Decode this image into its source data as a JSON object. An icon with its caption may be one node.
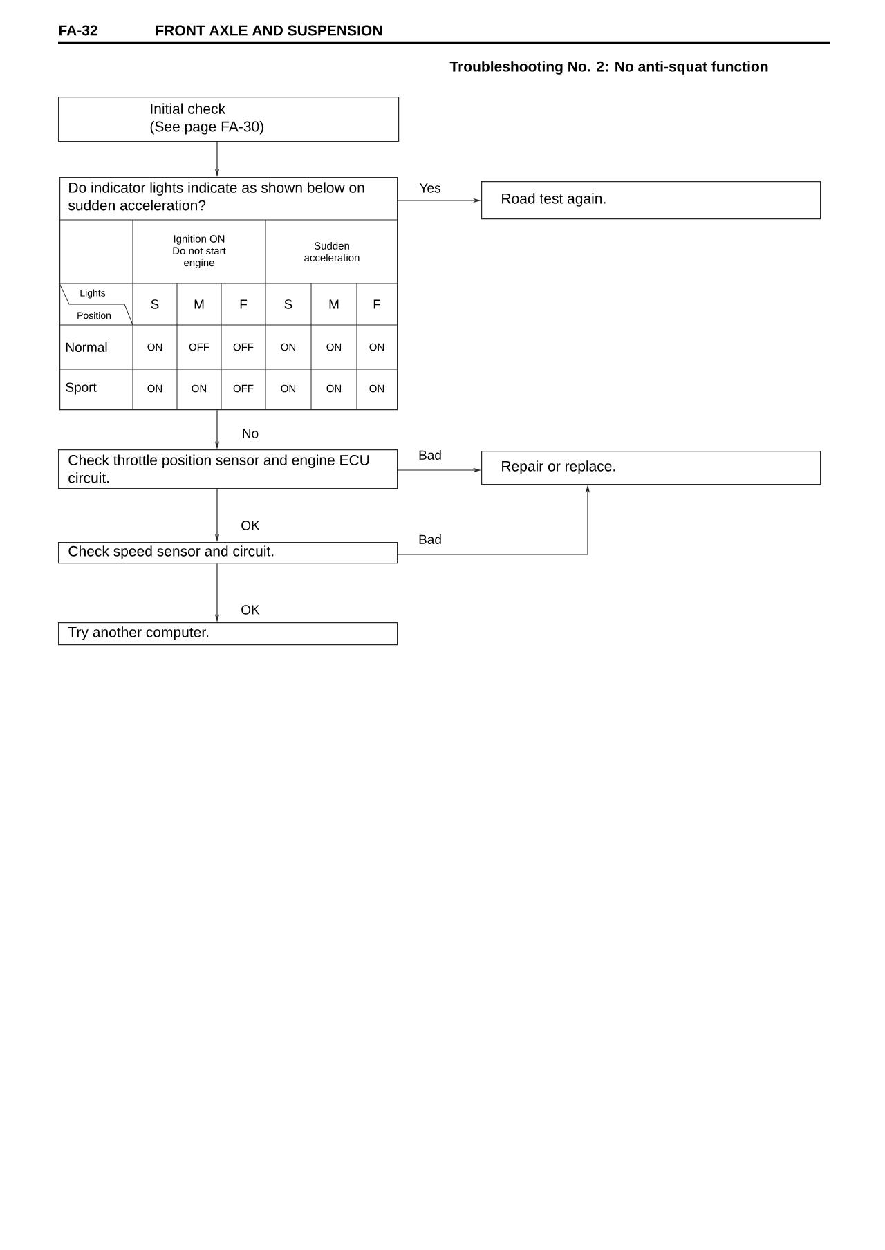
{
  "diagram": {
    "title": "Troubleshooting No. 2: No anti-squat function",
    "nodes": [
      {
        "text": [
          "Initial check",
          "(See page FA-30)"
        ]
      },
      {
        "text": [
          "Do indicator lights indicate as shown below on sudden acceleration?"
        ]
      },
      {
        "text": [
          "Road test again."
        ]
      },
      {
        "text": [
          "Check throttle position sensor and engine ECU circuit."
        ]
      },
      {
        "text": [
          "Repair or replace."
        ]
      },
      {
        "text": [
          "Check speed sensor and circuit."
        ]
      },
      {
        "text": [
          "Try another computer."
        ]
      }
    ],
    "edges": [
      {
        "from": 0,
        "to": 1,
        "arrow": "to"
      },
      {
        "from": 1,
        "to": 2,
        "arrow": "to",
        "label": "Yes"
      },
      {
        "from": 1,
        "to": 3,
        "arrow": "to",
        "label": "No"
      },
      {
        "from": 3,
        "to": 4,
        "arrow": "to",
        "label": "Bad"
      },
      {
        "from": 3,
        "to": 5,
        "arrow": "to",
        "label": "OK"
      },
      {
        "from": 5,
        "to": 4,
        "arrow": "to",
        "label": "Bad"
      },
      {
        "from": 5,
        "to": 6,
        "arrow": "to",
        "label": "OK"
      }
    ],
    "labels": [
      "FA-32",
      "FRONT AXLE AND SUSPENSION",
      "Ignition ON Do not start engine",
      "Sudden acceleration",
      "Lights",
      "Position",
      "S",
      "M",
      "F",
      "S",
      "M",
      "F",
      "Normal",
      "ON",
      "OFF",
      "OFF",
      "ON",
      "ON",
      "ON",
      "Sport",
      "ON",
      "ON",
      "OFF",
      "ON",
      "ON",
      "ON"
    ]
  }
}
